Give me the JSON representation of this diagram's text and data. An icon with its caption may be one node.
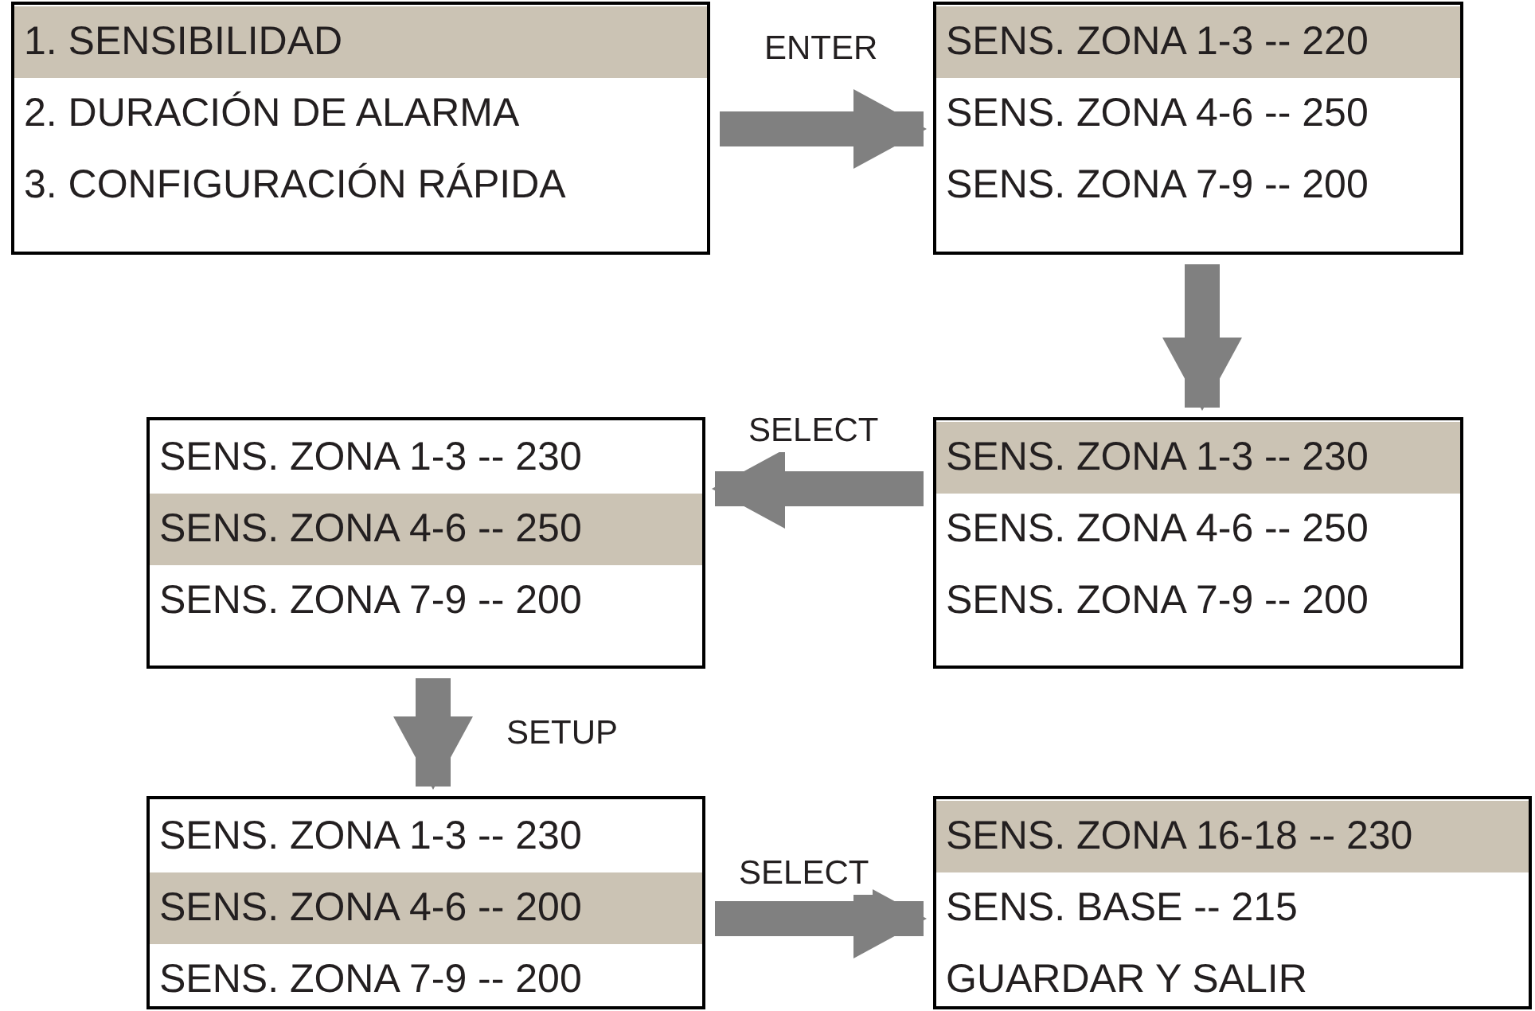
{
  "diagram": {
    "nodes": [
      {
        "text": [
          "1. SENSIBILIDAD",
          "2. DURACIÓN DE ALARMA",
          "3. CONFIGURACIÓN RÁPIDA"
        ]
      },
      {
        "text": [
          "SENS. ZONA 1-3 -- 220",
          "SENS. ZONA 4-6 -- 250",
          "SENS. ZONA 7-9 -- 200"
        ]
      },
      {
        "text": [
          "SENS. ZONA 1-3 -- 230",
          "SENS. ZONA 4-6 -- 250",
          "SENS. ZONA 7-9 -- 200"
        ]
      },
      {
        "text": [
          "SENS. ZONA 1-3 -- 230",
          "SENS. ZONA 4-6 -- 250",
          "SENS. ZONA 7-9 -- 200"
        ]
      },
      {
        "text": [
          "SENS. ZONA 1-3 -- 230",
          "SENS. ZONA 4-6 -- 200",
          "SENS. ZONA 7-9 -- 200"
        ]
      },
      {
        "text": [
          "SENS. ZONA 16-18 -- 230",
          "SENS. BASE -- 215",
          "GUARDAR Y SALIR"
        ]
      }
    ],
    "edges": [
      {
        "from": 0,
        "to": 1,
        "arrow": "to",
        "label": "ENTER"
      },
      {
        "from": 1,
        "to": 2,
        "arrow": "to"
      },
      {
        "from": 2,
        "to": 3,
        "arrow": "to",
        "label": "SELECT"
      },
      {
        "from": 3,
        "to": 4,
        "arrow": "to",
        "label": "SETUP"
      },
      {
        "from": 4,
        "to": 5,
        "arrow": "to",
        "label": "SELECT"
      }
    ]
  }
}
